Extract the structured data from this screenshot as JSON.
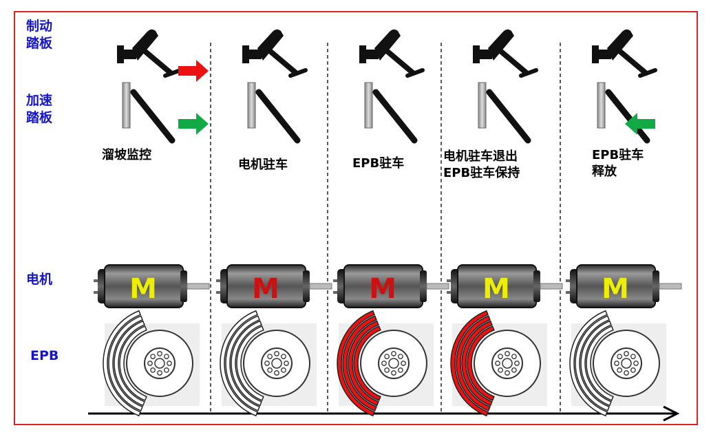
{
  "row_labels": {
    "brake_pedal": [
      "制动",
      "踏板"
    ],
    "accel_pedal": [
      "加速",
      "踏板"
    ],
    "motor": "电机",
    "epb": "EPB"
  },
  "stages": [
    {
      "label_lines": [
        "溜坡监控"
      ],
      "brake_arrow": "right",
      "accel_arrow": "right",
      "motor_letter": "M",
      "motor_state": "inactive",
      "epb_state": "inactive"
    },
    {
      "label_lines": [
        "电机驻车"
      ],
      "brake_arrow": "none",
      "accel_arrow": "none",
      "motor_letter": "M",
      "motor_state": "active",
      "epb_state": "inactive"
    },
    {
      "label_lines": [
        "EPB驻车"
      ],
      "brake_arrow": "none",
      "accel_arrow": "none",
      "motor_letter": "M",
      "motor_state": "active",
      "epb_state": "active"
    },
    {
      "label_lines": [
        "电机驻车退出",
        "EPB驻车保持"
      ],
      "brake_arrow": "none",
      "accel_arrow": "none",
      "motor_letter": "M",
      "motor_state": "inactive",
      "epb_state": "active"
    },
    {
      "label_lines": [
        "EPB驻车",
        "释放"
      ],
      "brake_arrow": "none",
      "accel_arrow": "left",
      "motor_letter": "M",
      "motor_state": "inactive",
      "epb_state": "inactive"
    }
  ],
  "colors": {
    "frame": "#dd2222",
    "row_label": "#1414c8",
    "brake_arrow": "#ee1111",
    "accel_arrow": "#11aa44",
    "motor_active_letter": "#cc1111",
    "motor_inactive_letter": "#eeee00",
    "epb_active": "#ee1111",
    "epb_inactive": "#ffffff"
  },
  "icons": {
    "brake_pedal": "brake-pedal-icon",
    "accel_pedal": "accelerator-pedal-icon",
    "motor": "motor-icon",
    "epb": "brake-disc-icon",
    "timeline": "timeline-arrow"
  }
}
